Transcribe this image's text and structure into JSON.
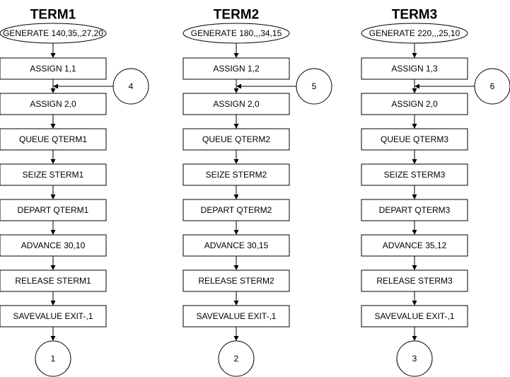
{
  "columns": [
    {
      "title": "TERM1",
      "generate": "GENERATE 140,35,,27,20",
      "blocks": [
        "ASSIGN 1,1",
        "ASSIGN 2,0",
        "QUEUE QTERM1",
        "SEIZE STERM1",
        "DEPART QTERM1",
        "ADVANCE 30,10",
        "RELEASE STERM1",
        "SAVEVALUE EXIT-,1"
      ],
      "connector_in": "4",
      "connector_out": "1"
    },
    {
      "title": "TERM2",
      "generate": "GENERATE 180,,,34,15",
      "blocks": [
        "ASSIGN 1,2",
        "ASSIGN 2,0",
        "QUEUE QTERM2",
        "SEIZE STERM2",
        "DEPART QTERM2",
        "ADVANCE 30,15",
        "RELEASE STERM2",
        "SAVEVALUE EXIT-,1"
      ],
      "connector_in": "5",
      "connector_out": "2"
    },
    {
      "title": "TERM3",
      "generate": "GENERATE 220,,,25,10",
      "blocks": [
        "ASSIGN 1,3",
        "ASSIGN 2,0",
        "QUEUE QTERM3",
        "SEIZE STERM3",
        "DEPART QTERM3",
        "ADVANCE 35,12",
        "RELEASE STERM3",
        "SAVEVALUE EXIT-,1"
      ],
      "connector_in": "6",
      "connector_out": "3"
    }
  ]
}
